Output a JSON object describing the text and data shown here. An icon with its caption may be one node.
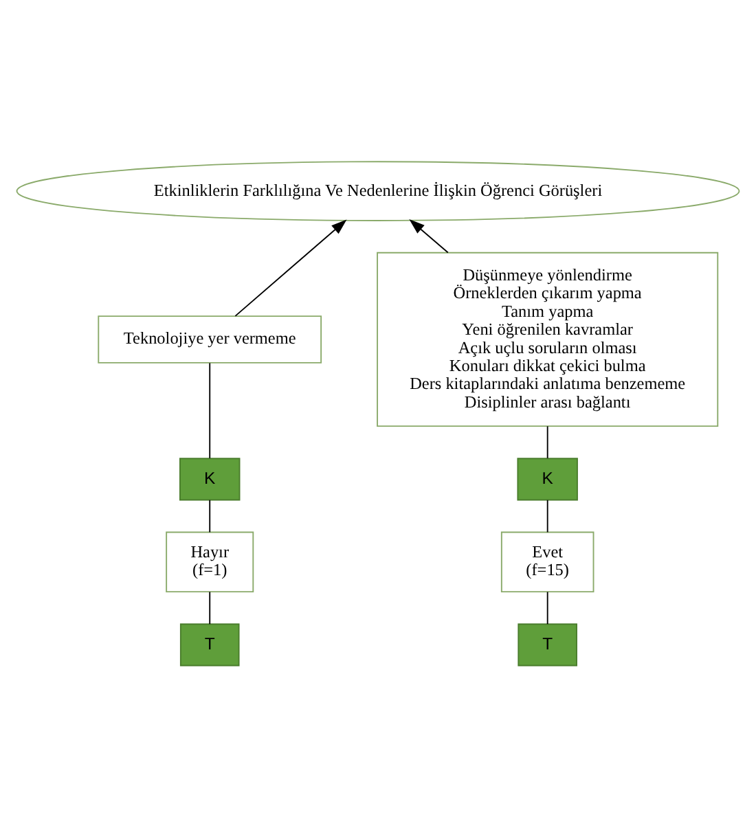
{
  "diagram": {
    "nodes": [
      {
        "text": [
          "Etkinliklerin Farklılığına Ve Nedenlerine İlişkin Öğrenci Görüşleri"
        ]
      },
      {
        "text": [
          "Teknolojiye yer vermeme"
        ]
      },
      {
        "text": [
          "K"
        ]
      },
      {
        "text": [
          "Hayır",
          "(f=1)"
        ]
      },
      {
        "text": [
          "T"
        ]
      },
      {
        "text": [
          "Düşünmeye yönlendirme",
          "Örneklerden çıkarım yapma",
          "Tanım yapma",
          "Yeni öğrenilen kavramlar",
          "Açık uçlu soruların olması",
          "Konuları dikkat çekici bulma",
          "Ders kitaplarındaki anlatıma benzememe",
          "Disiplinler arası bağlantı"
        ]
      },
      {
        "text": [
          "K"
        ]
      },
      {
        "text": [
          "Evet",
          "(f=15)"
        ]
      },
      {
        "text": [
          "T"
        ]
      }
    ],
    "edges": [
      {
        "from": 1,
        "to": 0,
        "arrow": "to"
      },
      {
        "from": 2,
        "to": 1,
        "arrow": "none"
      },
      {
        "from": 3,
        "to": 2,
        "arrow": "none"
      },
      {
        "from": 4,
        "to": 3,
        "arrow": "none"
      },
      {
        "from": 5,
        "to": 0,
        "arrow": "to"
      },
      {
        "from": 6,
        "to": 5,
        "arrow": "none"
      },
      {
        "from": 7,
        "to": 6,
        "arrow": "none"
      },
      {
        "from": 8,
        "to": 7,
        "arrow": "none"
      }
    ]
  }
}
